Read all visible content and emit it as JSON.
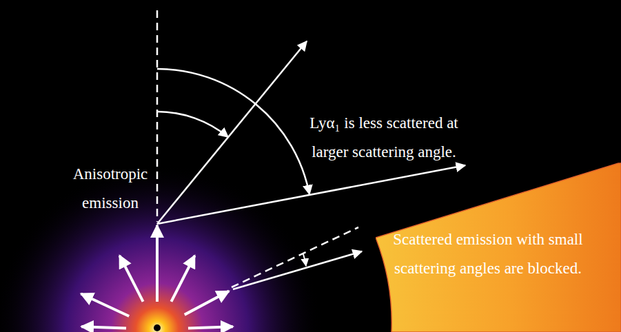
{
  "diagram": {
    "nodes": [
      {
        "text": [
          "Scattered emission with small scattering angles are blocked."
        ]
      }
    ],
    "labels": [
      "Lyα₁ is less scattered at larger scattering angle.",
      "Anisotropic emission"
    ]
  }
}
